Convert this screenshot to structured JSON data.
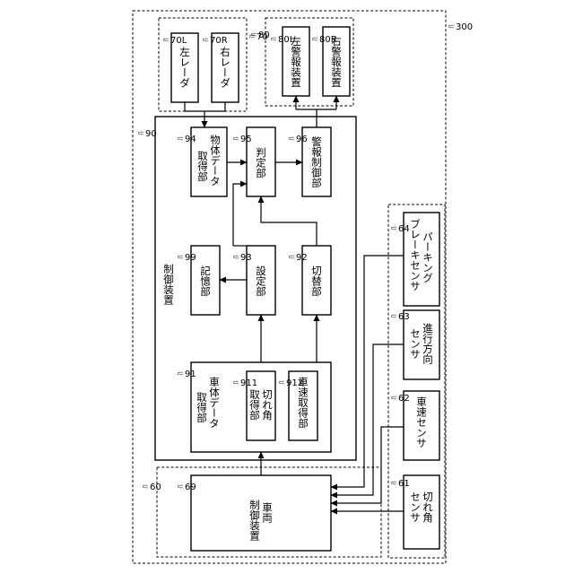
{
  "system": {
    "ref": "300"
  },
  "radar_group": {
    "ref": "70",
    "left": {
      "ref": "70L",
      "label": "左レーダ"
    },
    "right": {
      "ref": "70R",
      "label": "右レーダ"
    }
  },
  "alarm_group": {
    "ref": "80",
    "left": {
      "ref": "80L",
      "label": "左警報装置"
    },
    "right": {
      "ref": "80R",
      "label": "右警報装置"
    }
  },
  "controller": {
    "ref": "90",
    "label": "制御装置",
    "object_data": {
      "ref": "94",
      "label_1": "物体データ",
      "label_2": "取得部"
    },
    "judge": {
      "ref": "95",
      "label": "判定部"
    },
    "alarm_ctrl": {
      "ref": "96",
      "label": "警報制御部"
    },
    "memory": {
      "ref": "99",
      "label": "記憶部"
    },
    "setting": {
      "ref": "93",
      "label": "設定部"
    },
    "switch": {
      "ref": "92",
      "label": "切替部"
    },
    "vehicle_data": {
      "ref": "91",
      "label_1": "車体データ",
      "label_2": "取得部"
    },
    "steer_get": {
      "ref": "911",
      "label_1": "切れ角",
      "label_2": "取得部"
    },
    "speed_get": {
      "ref": "912",
      "label": "車速取得部"
    }
  },
  "vehicle_group": {
    "ref": "60",
    "vehicle_ctrl": {
      "ref": "69",
      "label_1": "車両",
      "label_2": "制御装置"
    }
  },
  "sensors": {
    "parking": {
      "ref": "64",
      "label_1": "パーキング",
      "label_2": "ブレーキセンサ"
    },
    "direction": {
      "ref": "63",
      "label_1": "進行方向",
      "label_2": "センサ"
    },
    "speed": {
      "ref": "62",
      "label": "車速センサ"
    },
    "steer": {
      "ref": "61",
      "label_1": "切れ角",
      "label_2": "センサ"
    }
  }
}
